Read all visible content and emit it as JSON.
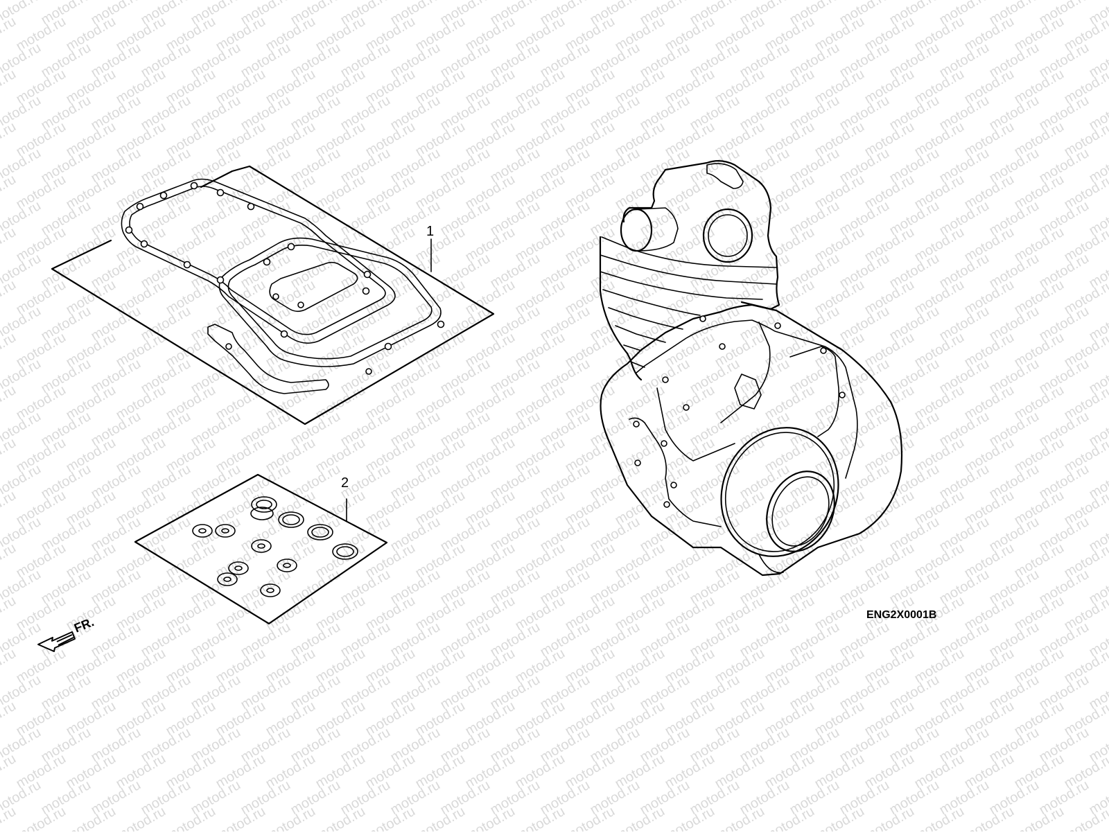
{
  "watermark": {
    "text": "motod.ru",
    "color": "#d9d9d9"
  },
  "callouts": [
    {
      "id": "1",
      "label": "1"
    },
    {
      "id": "2",
      "label": "2"
    }
  ],
  "diagram_code": "ENG2X0001B",
  "direction_indicator": {
    "label": "FR.",
    "icon": "arrow-left-icon"
  }
}
